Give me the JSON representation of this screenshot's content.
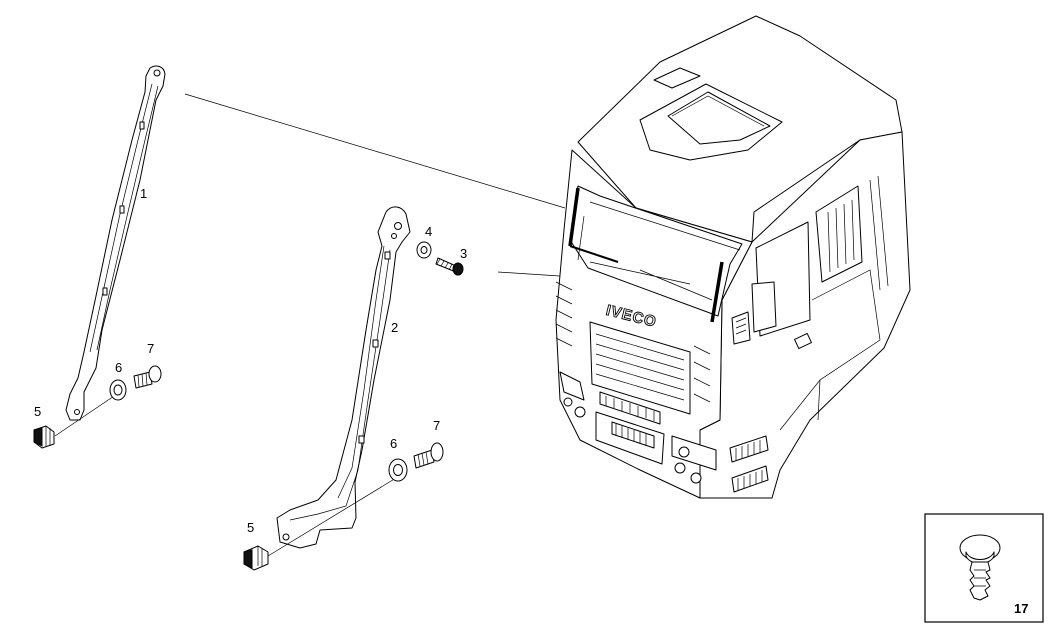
{
  "callouts": {
    "c1": "1",
    "c2": "2",
    "c3": "3",
    "c4": "4",
    "c5a": "5",
    "c5b": "5",
    "c6a": "6",
    "c6b": "6",
    "c7a": "7",
    "c7b": "7",
    "c17": "17"
  },
  "cab": {
    "brand": "IVECO"
  }
}
